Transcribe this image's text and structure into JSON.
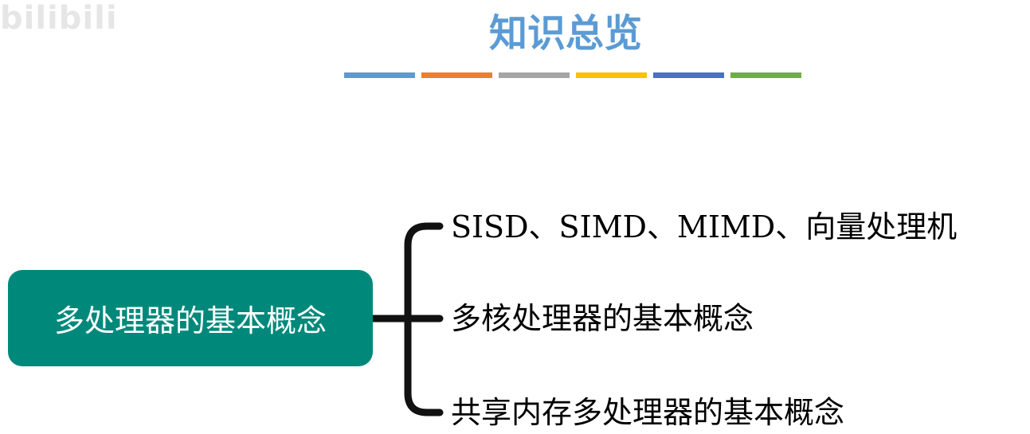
{
  "watermark": "bilibili",
  "title": "知识总览",
  "stripe_colors": [
    "#5b9bd5",
    "#ed7d31",
    "#a5a5a5",
    "#ffc000",
    "#4472c4",
    "#70ad47"
  ],
  "root": {
    "label": "多处理器的基本概念"
  },
  "branches": [
    {
      "label": "SISD、SIMD、MIMD、向量处理机"
    },
    {
      "label": "多核处理器的基本概念"
    },
    {
      "label": "共享内存多处理器的基本概念"
    }
  ]
}
